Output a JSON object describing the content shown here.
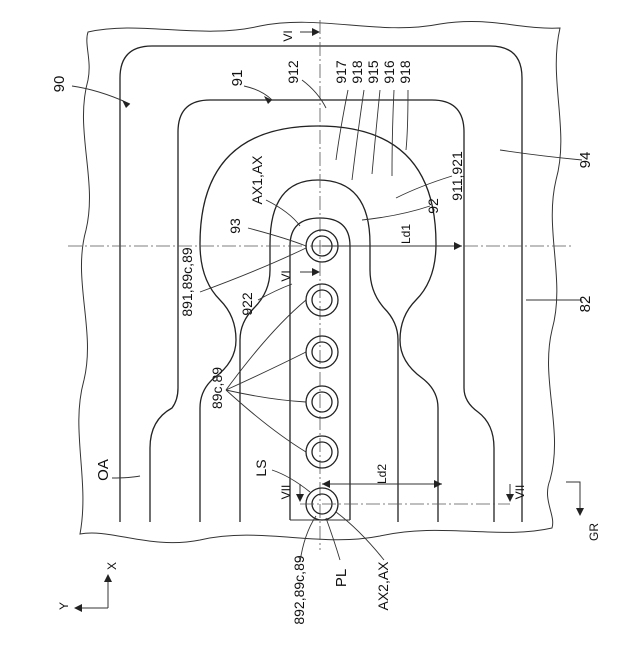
{
  "labels": {
    "l90": "90",
    "l91": "91",
    "l912": "912",
    "l917": "917",
    "l918a": "918",
    "l915": "915",
    "l916": "916",
    "l918b": "918",
    "l94": "94",
    "l911": "911,921",
    "l92": "92",
    "lAX1": "AX1,AX",
    "l93": "93",
    "lLd1": "Ld1",
    "l891": "891,89c,89",
    "lVIa": "VI",
    "lVIb": "VI",
    "l922": "922",
    "l82": "82",
    "l89c": "89c,89",
    "lLS": "LS",
    "lLd2": "Ld2",
    "lVIIa": "VII",
    "lVIIb": "VII",
    "lOA": "OA",
    "lGR": "GR",
    "l892": "892,89c,89",
    "lPL": "PL",
    "lAX2": "AX2,AX",
    "lX": "X",
    "lY": "Y"
  }
}
